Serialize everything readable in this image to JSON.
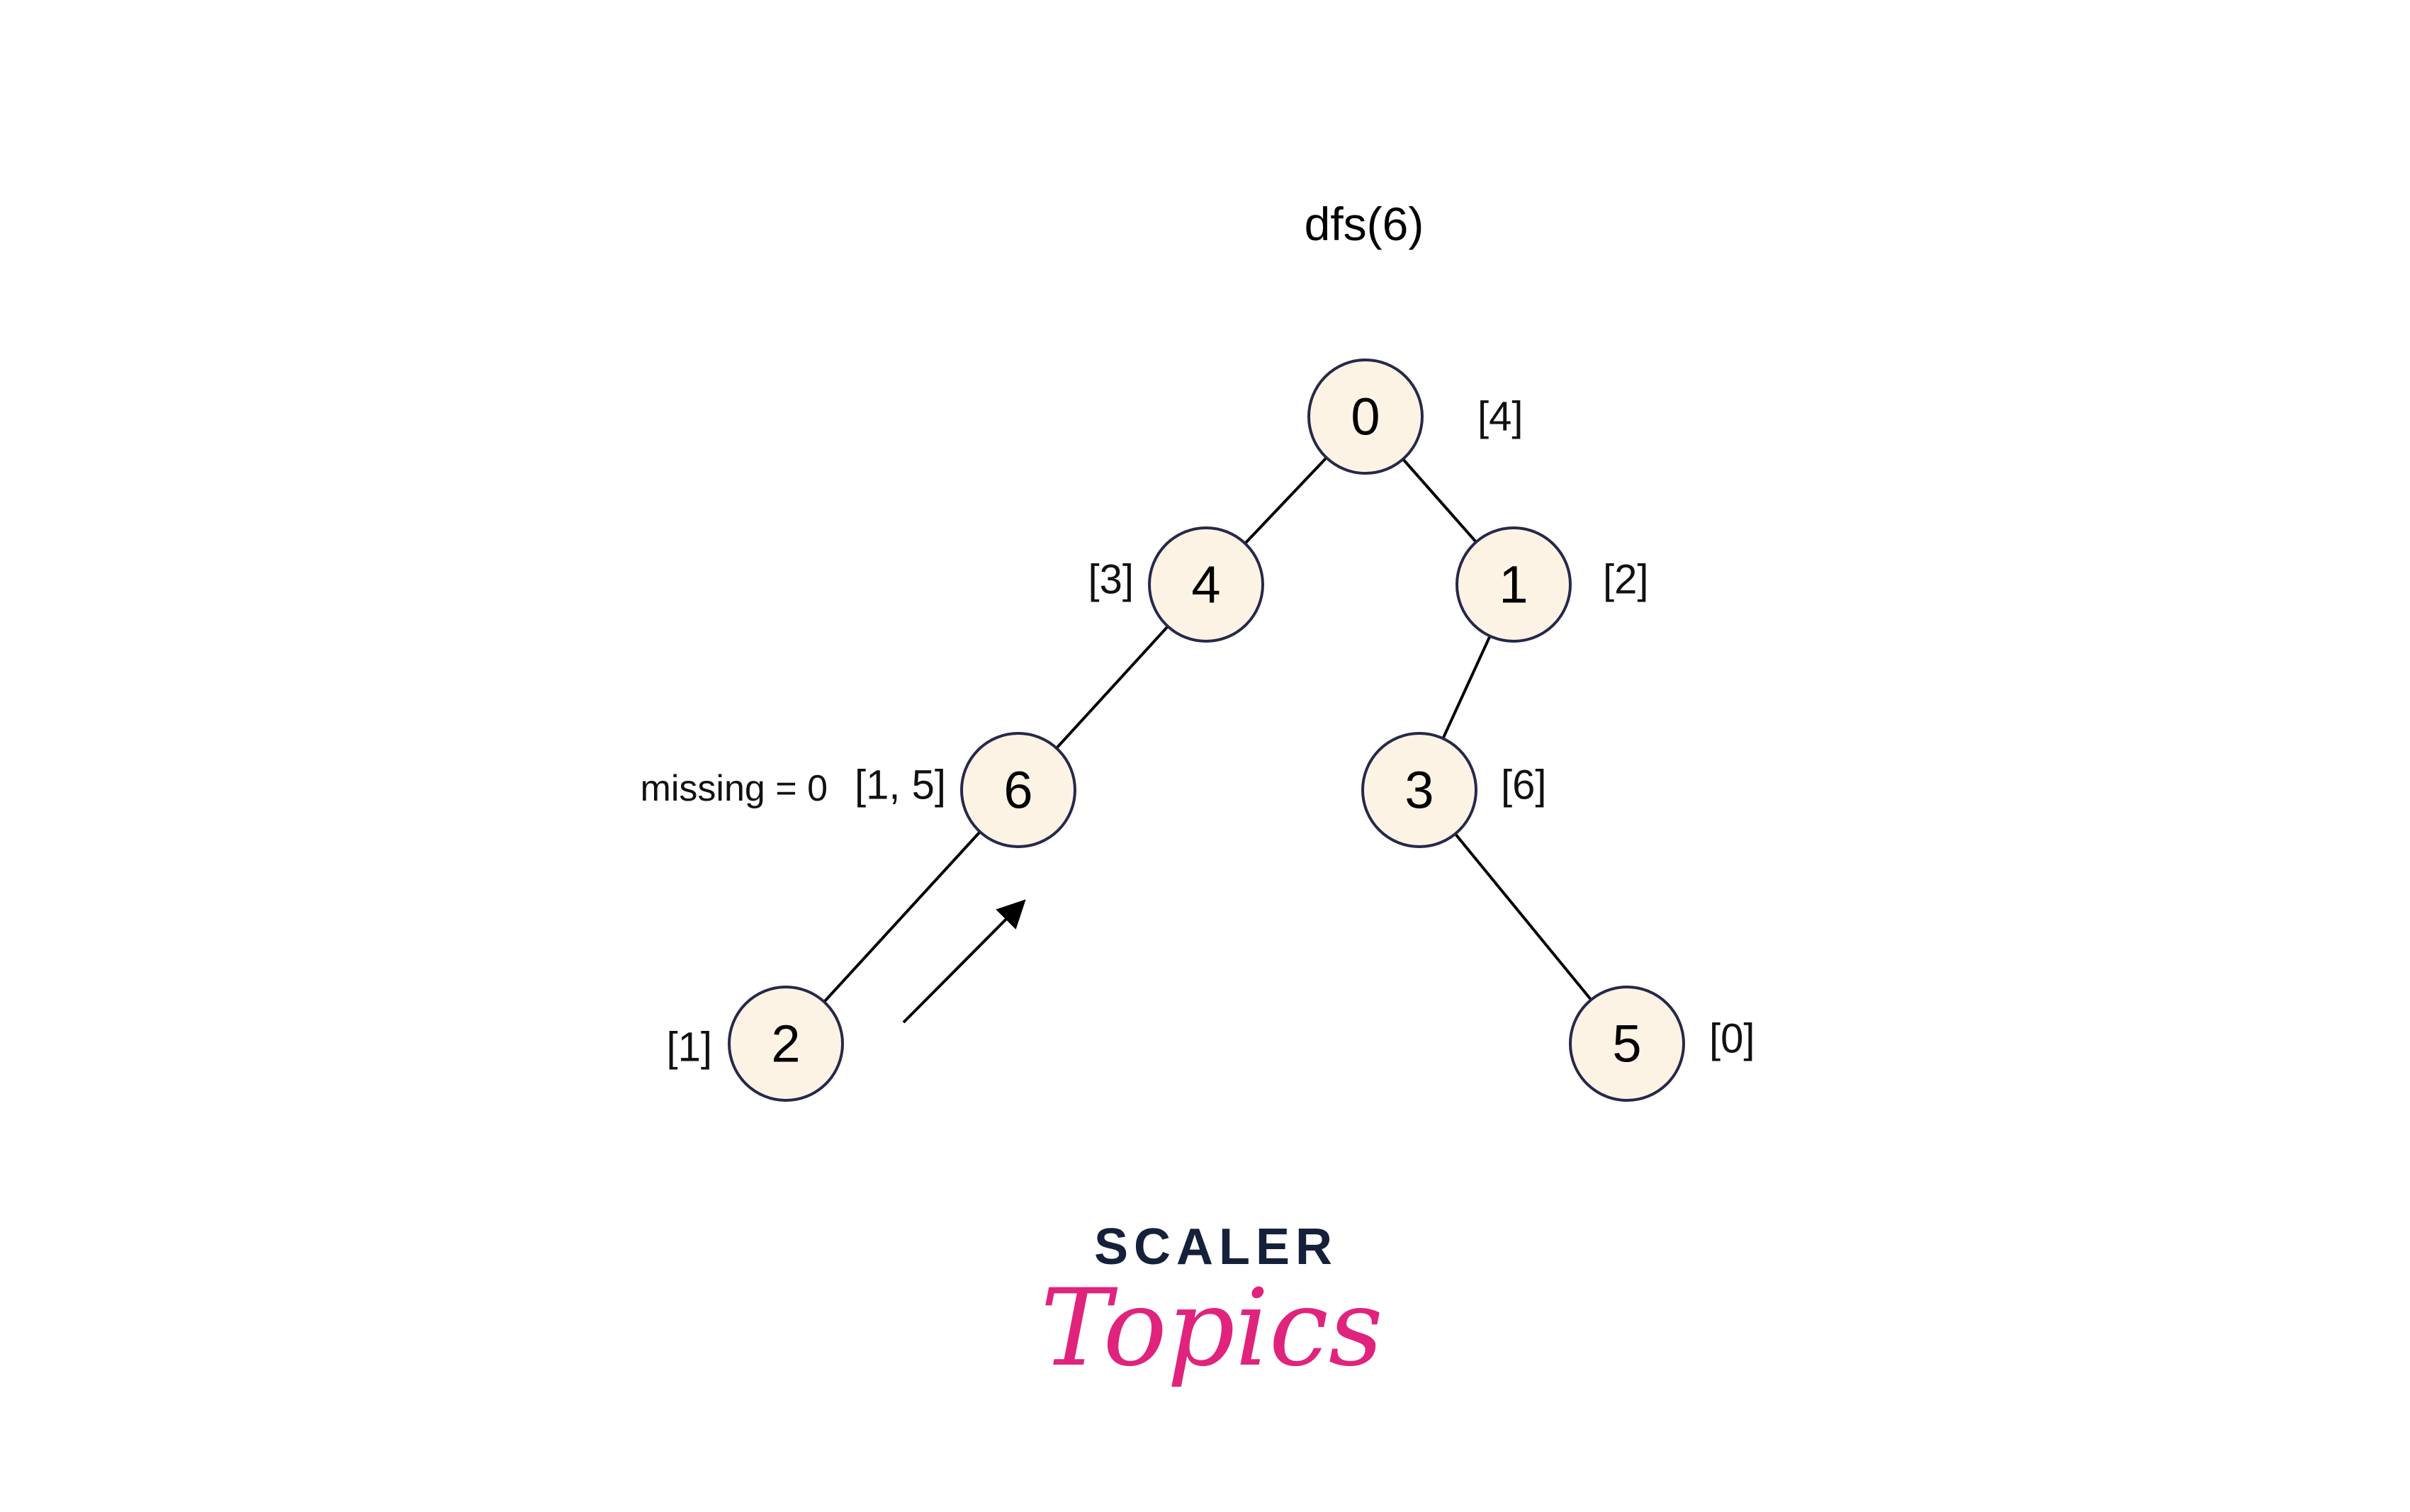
{
  "title": "dfs(6)",
  "annotation_missing": "missing = 0",
  "colors": {
    "node_fill": "#fdf3e4",
    "node_stroke": "#25294a",
    "logo_dark": "#15213a",
    "logo_pink": "#e0237d"
  },
  "nodes": [
    {
      "id": "0",
      "label": "0",
      "annotation": "[4]"
    },
    {
      "id": "4",
      "label": "4",
      "annotation": "[3]"
    },
    {
      "id": "1",
      "label": "1",
      "annotation": "[2]"
    },
    {
      "id": "6",
      "label": "6",
      "annotation": "[1, 5]"
    },
    {
      "id": "3",
      "label": "3",
      "annotation": "[6]"
    },
    {
      "id": "2",
      "label": "2",
      "annotation": "[1]"
    },
    {
      "id": "5",
      "label": "5",
      "annotation": "[0]"
    }
  ],
  "edges": [
    {
      "from": "0",
      "to": "4"
    },
    {
      "from": "0",
      "to": "1"
    },
    {
      "from": "4",
      "to": "6"
    },
    {
      "from": "1",
      "to": "3"
    },
    {
      "from": "6",
      "to": "2"
    },
    {
      "from": "3",
      "to": "5"
    }
  ],
  "arrow": {
    "from": "2",
    "to": "6"
  },
  "logo": {
    "top": "SCALER",
    "bottom": "Topics"
  }
}
